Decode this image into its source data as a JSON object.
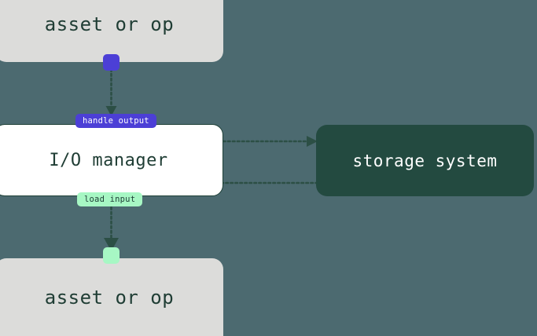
{
  "diagram": {
    "type": "flow-diagram",
    "background_color": "#4c6a70",
    "title_text": "",
    "nodes": [
      {
        "id": "asset-top",
        "label": "asset or op",
        "fill": "#dcdcda",
        "text_color": "#1f3d34"
      },
      {
        "id": "io-manager",
        "label": "I/O manager",
        "fill": "#ffffff",
        "text_color": "#1f3d34",
        "border_color": "#1f4037"
      },
      {
        "id": "storage-system",
        "label": "storage system",
        "fill": "#234a40",
        "text_color": "#ffffff"
      },
      {
        "id": "asset-bottom",
        "label": "asset or op",
        "fill": "#dcdcda",
        "text_color": "#1f3d34"
      }
    ],
    "edges": [
      {
        "id": "handle-output",
        "label": "handle output",
        "from": "asset-top",
        "to": "storage-system",
        "badge_fill": "#4c3fd6",
        "badge_text_color": "#ffffff",
        "port_color": "#4c3fd6",
        "line_color": "#2c4f45",
        "style": "dotted"
      },
      {
        "id": "load-input",
        "label": "load input",
        "from": "storage-system",
        "to": "asset-bottom",
        "badge_fill": "#a7f7c4",
        "badge_text_color": "#1f4037",
        "port_color": "#a7f7c4",
        "line_color": "#2c4f45",
        "style": "dotted"
      }
    ]
  }
}
